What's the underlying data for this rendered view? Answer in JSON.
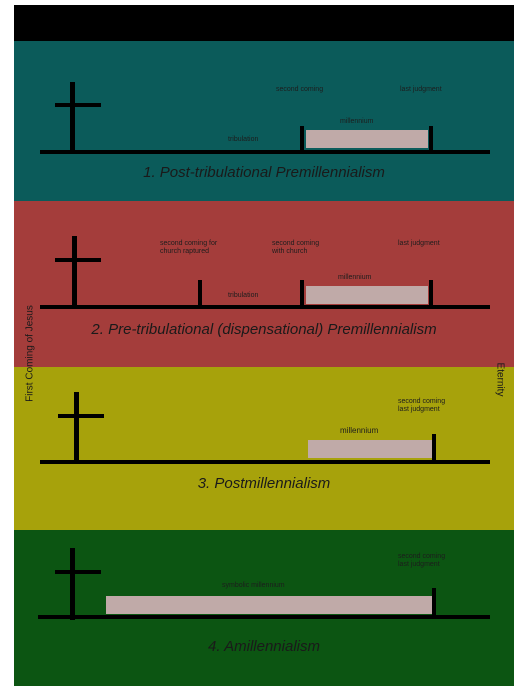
{
  "colors": {
    "band1": "#0b5b5a",
    "band2": "#a43d3b",
    "band3": "#a7a20b",
    "band4": "#0c5512",
    "period": "#c0aaa8",
    "line": "#000000"
  },
  "side_labels": {
    "left": "First Coming of Jesus",
    "right": "Eternity"
  },
  "panels": [
    {
      "title": "1. Post-tribulational Premillennialism",
      "labels": {
        "tribulation": "tribulation",
        "millennium": "millennium",
        "second_coming": "second coming",
        "last_judgment": "last judgment"
      }
    },
    {
      "title": "2. Pre-tribulational (dispensational) Premillennialism",
      "labels": {
        "second_coming_for_church": "second coming for\nchurch raptured",
        "second_coming_with_church": "second coming\nwith church",
        "last_judgment": "last judgment",
        "millennium": "millennium",
        "tribulation": "tribulation"
      }
    },
    {
      "title": "3. Postmillennialism",
      "labels": {
        "second_coming_last_judgment": "second coming\nlast judgment",
        "millennium": "millennium"
      }
    },
    {
      "title": "4. Amillennialism",
      "labels": {
        "second_coming_last_judgment": "second coming\nlast judgment",
        "symbolic_millennium": "symbolic millennium"
      }
    }
  ]
}
